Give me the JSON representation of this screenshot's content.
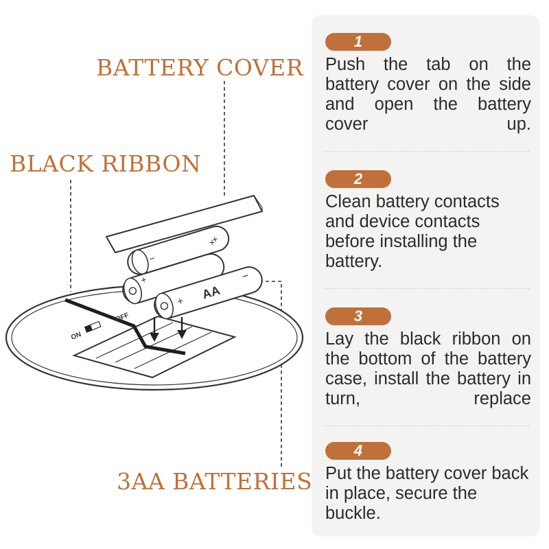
{
  "colors": {
    "accent": "#c0703a",
    "ink": "#2b2b2b",
    "panel_bg": "#f3f3f2"
  },
  "labels": {
    "battery_cover": "BATTERY COVER",
    "black_ribbon": "BLACK RIBBON",
    "batteries": "3AA BATTERIES"
  },
  "diagram": {
    "switch_on": "ON",
    "switch_off": "OFF",
    "battery_type": "AA",
    "plus": "+",
    "minus": "−"
  },
  "steps": [
    {
      "number": "1",
      "text": "Push the tab on the battery cover on the side and open the battery cover up."
    },
    {
      "number": "2",
      "text": "Clean battery contacts and device contacts before installing the battery."
    },
    {
      "number": "3",
      "text": "Lay the black ribbon on the bottom of the battery case, install the battery in turn, replace"
    },
    {
      "number": "4",
      "text": "Put the battery cover back in place, secure the buckle."
    }
  ]
}
